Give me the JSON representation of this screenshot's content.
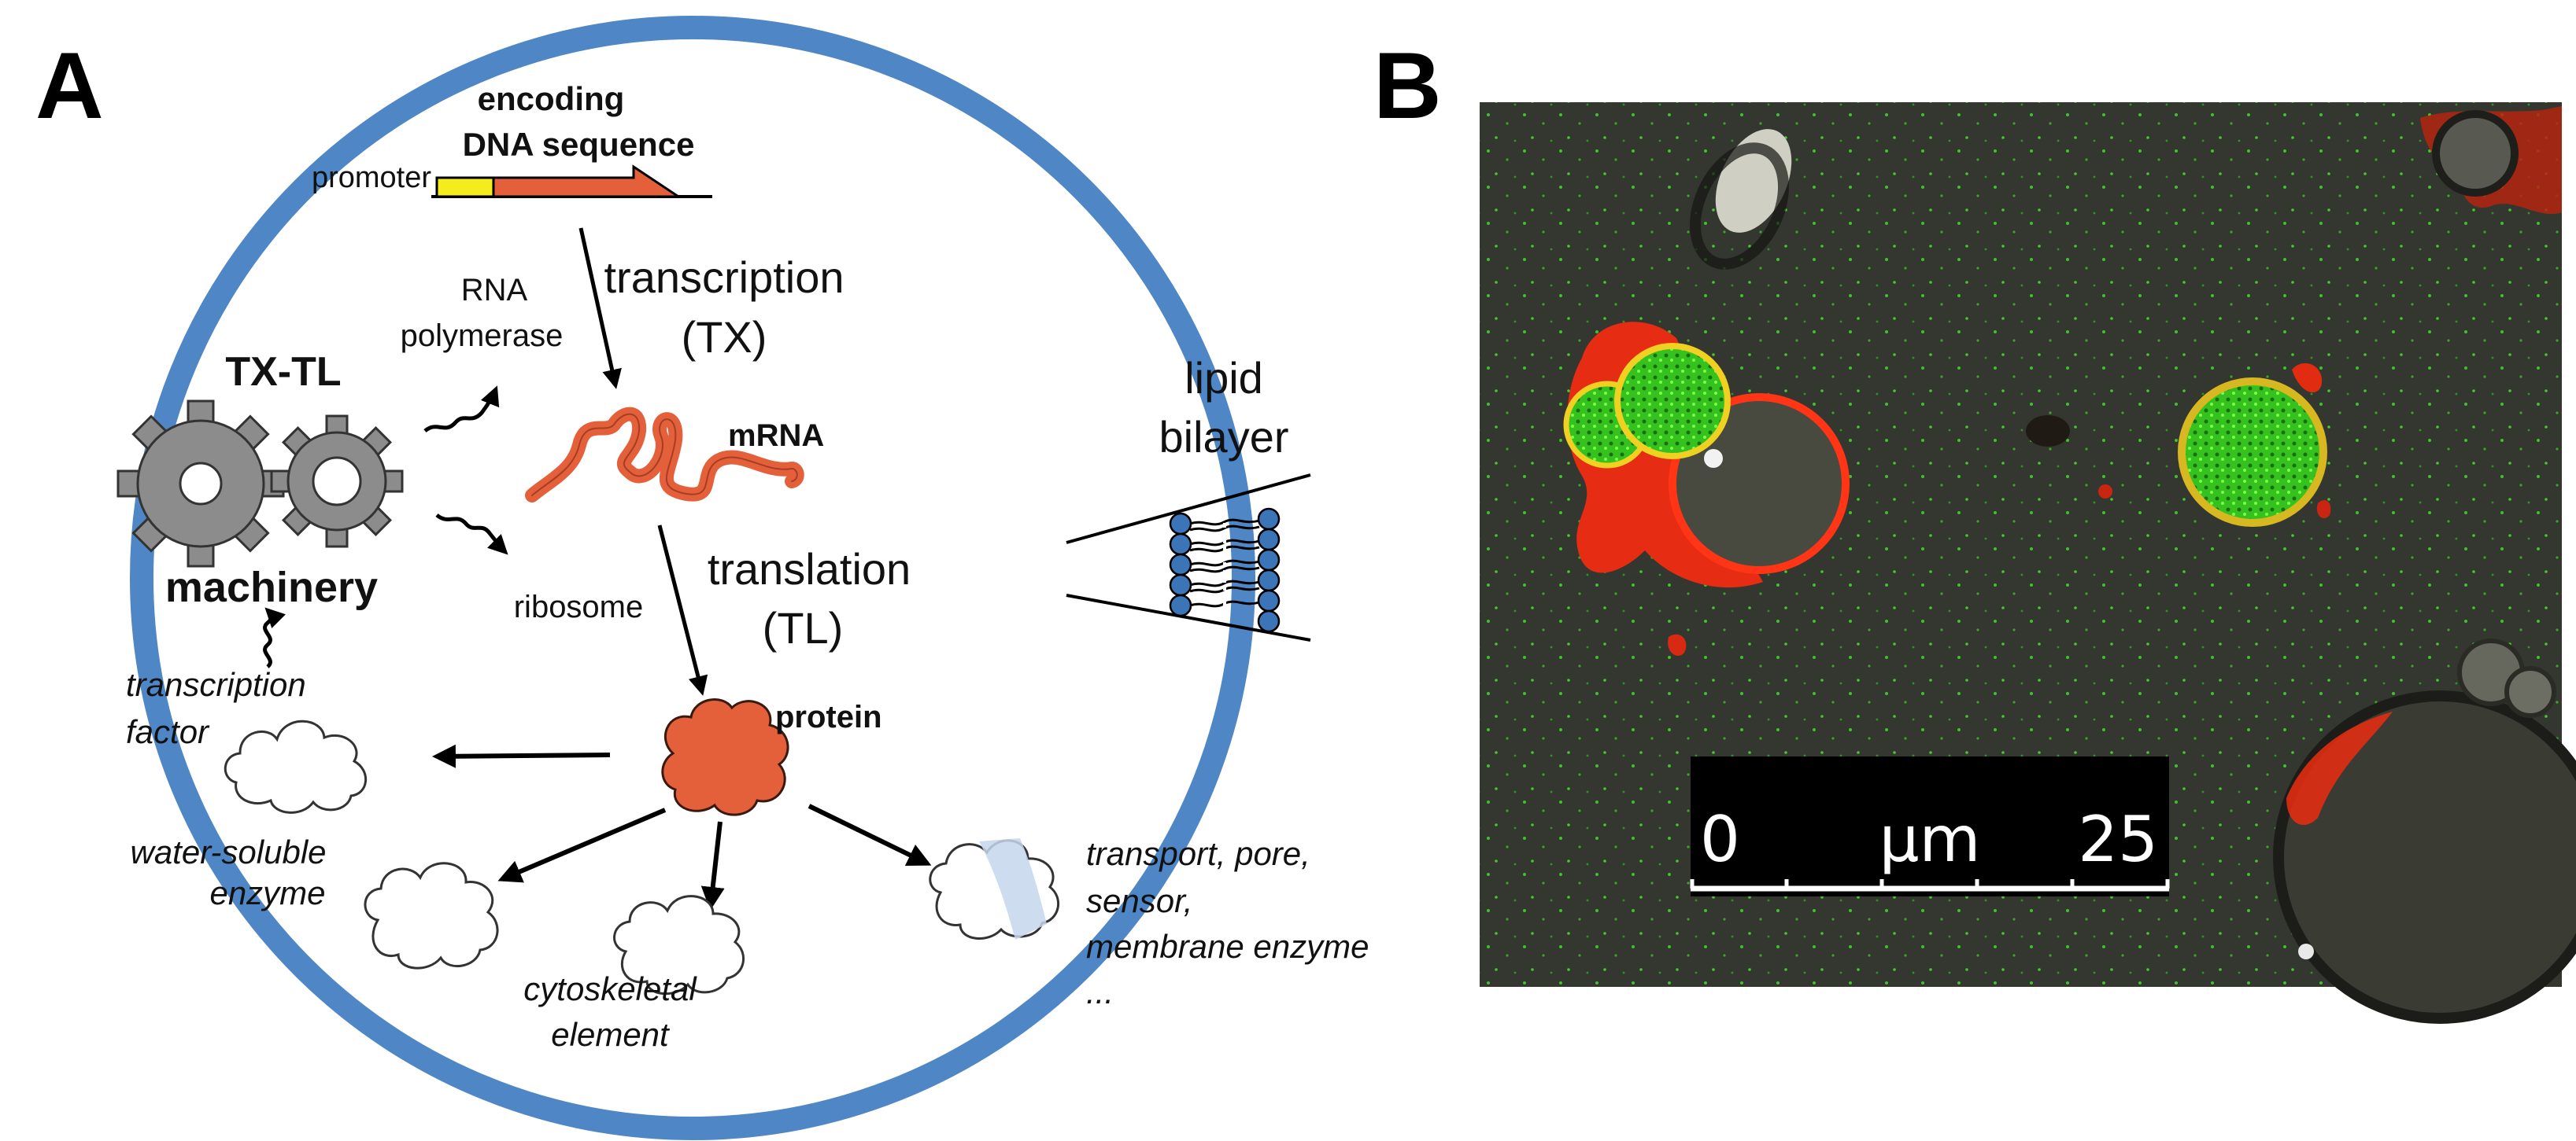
{
  "panel_a": {
    "letter": "A",
    "dna": {
      "line1": "encoding",
      "line2": "DNA sequence",
      "promoter": "promoter"
    },
    "machinery": {
      "top": "TX-TL",
      "bottom": "machinery"
    },
    "rna_polymerase": {
      "line1": "RNA",
      "line2": "polymerase"
    },
    "ribosome": "ribosome",
    "transcription": {
      "line1": "transcription",
      "line2": "(TX)"
    },
    "translation": {
      "line1": "translation",
      "line2": "(TL)"
    },
    "mrna": "mRNA",
    "protein": "protein",
    "lipid_bilayer": {
      "line1": "lipid",
      "line2": "bilayer"
    },
    "transcription_factor": {
      "line1": "transcription",
      "line2": "factor"
    },
    "water_soluble": {
      "line1": "water-soluble",
      "line2": "enzyme"
    },
    "cytoskeletal": {
      "line1": "cytoskeletal",
      "line2": "element"
    },
    "membrane": {
      "line1": "transport, pore,",
      "line2": "sensor,",
      "line3": "membrane enzyme",
      "line4": "..."
    },
    "colors": {
      "membrane": "#4f86c6",
      "mrna": "#e4603a",
      "promoter": "#f4ec1c",
      "gear": "#8c8c8c",
      "lipid_head": "#3c74b8"
    }
  },
  "panel_b": {
    "letter": "B",
    "scale_bar": {
      "start": "0",
      "unit": "µm",
      "end": "25"
    },
    "colors": {
      "background": "#34372f",
      "red_channel": "#ff2e12",
      "green_channel": "#44ee22"
    }
  }
}
